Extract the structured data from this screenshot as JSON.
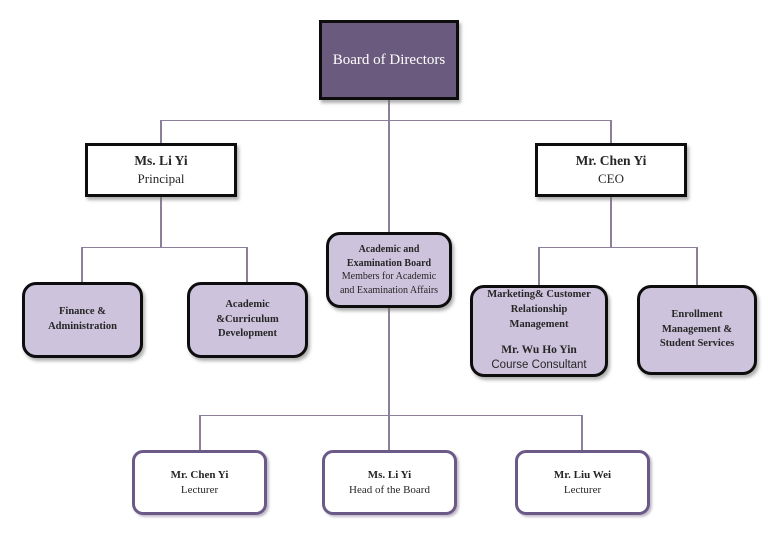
{
  "diagram_type": "org-chart",
  "colors": {
    "root_fill": "#6a5a7d",
    "department_fill": "#cdc3dc",
    "executive_fill": "#ffffff",
    "staff_fill": "#ffffff",
    "black_border": "#0d0d0d",
    "staff_border": "#6b5a88",
    "connector_line": "#8b8097",
    "text_dark": "#262626",
    "text_light": "#ffffff"
  },
  "nodes": {
    "board": {
      "label": "Board of Directors"
    },
    "principal": {
      "name": "Ms. Li Yi",
      "role": "Principal"
    },
    "ceo": {
      "name": "Mr. Chen Yi",
      "role": "CEO"
    },
    "exam_board": {
      "title": "Academic and Examination Board",
      "subtitle": "Members for Academic and Examination Affairs"
    },
    "finance": {
      "title": "Finance & Administration"
    },
    "curriculum": {
      "title": "Academic &Curriculum Development"
    },
    "marketing": {
      "title": "Marketing& Customer Relationship Management",
      "name": "Mr. Wu Ho Yin",
      "role": "Course Consultant"
    },
    "enrollment": {
      "title": "Enrollment Management & Student Services"
    },
    "lecturer_chen": {
      "name": "Mr. Chen Yi",
      "role": "Lecturer"
    },
    "head_of_board": {
      "name": "Ms. Li Yi",
      "role": "Head of the Board"
    },
    "lecturer_liu": {
      "name": "Mr. Liu Wei",
      "role": "Lecturer"
    }
  },
  "edges": [
    {
      "from": "board",
      "to": "principal"
    },
    {
      "from": "board",
      "to": "ceo"
    },
    {
      "from": "board",
      "to": "exam_board"
    },
    {
      "from": "principal",
      "to": "finance"
    },
    {
      "from": "principal",
      "to": "curriculum"
    },
    {
      "from": "ceo",
      "to": "marketing"
    },
    {
      "from": "ceo",
      "to": "enrollment"
    },
    {
      "from": "exam_board",
      "to": "lecturer_chen"
    },
    {
      "from": "exam_board",
      "to": "head_of_board"
    },
    {
      "from": "exam_board",
      "to": "lecturer_liu"
    }
  ]
}
